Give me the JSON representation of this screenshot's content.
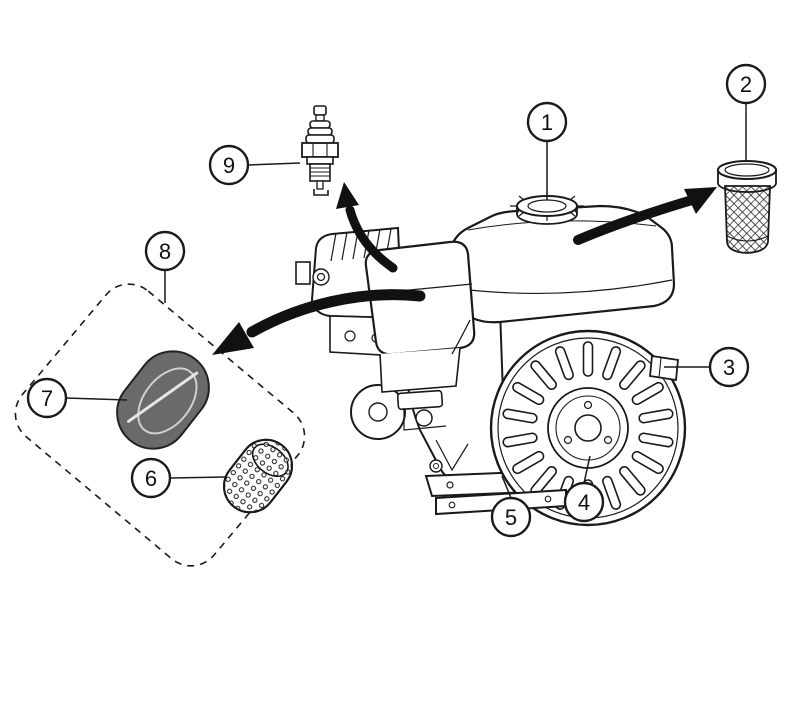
{
  "figure": {
    "kind": "exploded-parts-diagram",
    "background_color": "#ffffff",
    "line_color": "#1a1a1a",
    "arrow_color": "#111111",
    "foam_fill_color": "#6a6a6a",
    "foam_highlight_color": "#d9d9d9"
  },
  "callouts": [
    {
      "label": "1"
    },
    {
      "label": "2"
    },
    {
      "label": "3"
    },
    {
      "label": "4"
    },
    {
      "label": "5"
    },
    {
      "label": "6"
    },
    {
      "label": "7"
    },
    {
      "label": "8"
    },
    {
      "label": "9"
    }
  ]
}
